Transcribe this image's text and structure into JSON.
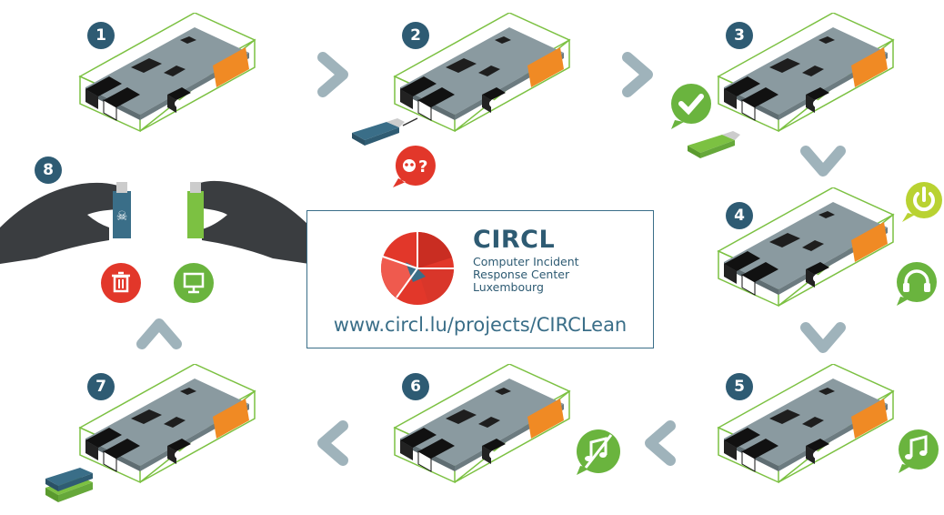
{
  "steps": [
    {
      "number": "1"
    },
    {
      "number": "2"
    },
    {
      "number": "3"
    },
    {
      "number": "4"
    },
    {
      "number": "5"
    },
    {
      "number": "6"
    },
    {
      "number": "7"
    },
    {
      "number": "8"
    }
  ],
  "center": {
    "title": "CIRCL",
    "subtitle_lines": [
      "Computer Incident",
      "Response Center",
      "Luxembourg"
    ],
    "url": "www.circl.lu/projects/CIRCLean"
  },
  "colors": {
    "badge": "#2e5b73",
    "chevron": "#9fb3bb",
    "green": "#6ab43e",
    "red": "#e2372a",
    "usb_blue": "#3a6e88",
    "board": "#8a9aa0",
    "frame": "#7cc142",
    "header": "#f08a24",
    "hand": "#3a3d40"
  },
  "icons": [
    "skull-question-icon",
    "check-icon",
    "power-icon",
    "headphones-icon",
    "music-icon",
    "music-off-icon",
    "trash-icon",
    "computer-icon"
  ]
}
